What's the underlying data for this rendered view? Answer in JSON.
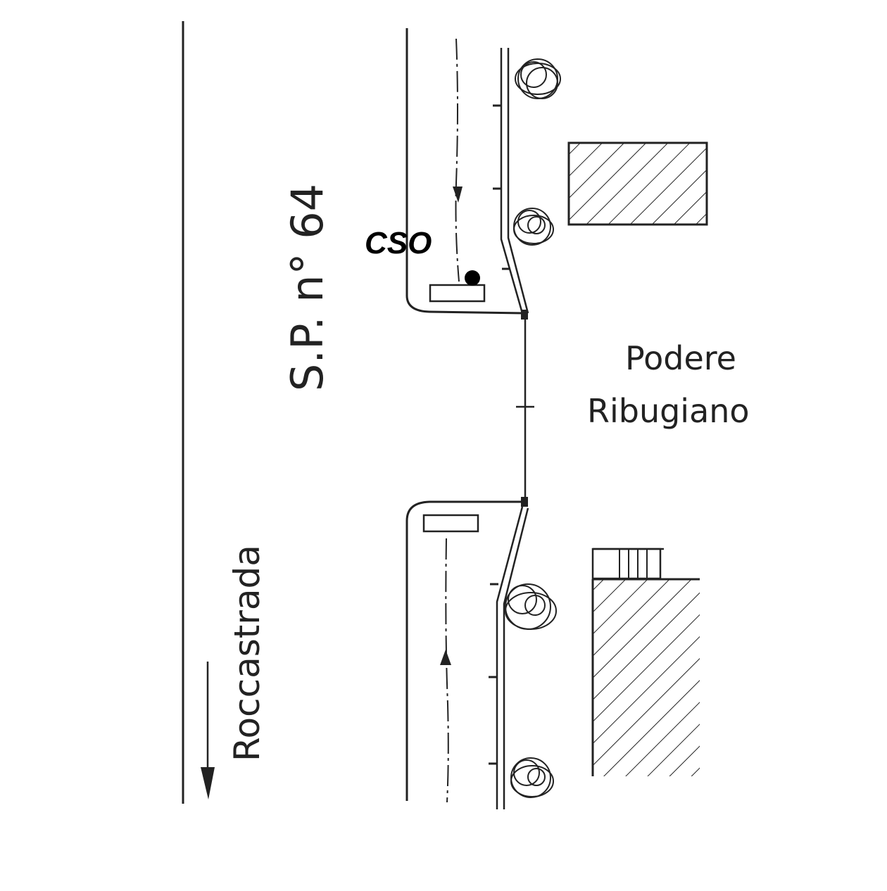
{
  "labels": {
    "road": "S.P. n° 64",
    "direction": "Roccastrada",
    "marker": "CSO",
    "place_line1": "Podere",
    "place_line2": "Ribugiano"
  },
  "colors": {
    "ink": "#222222",
    "marker": "#000000",
    "paper": "#ffffff"
  }
}
